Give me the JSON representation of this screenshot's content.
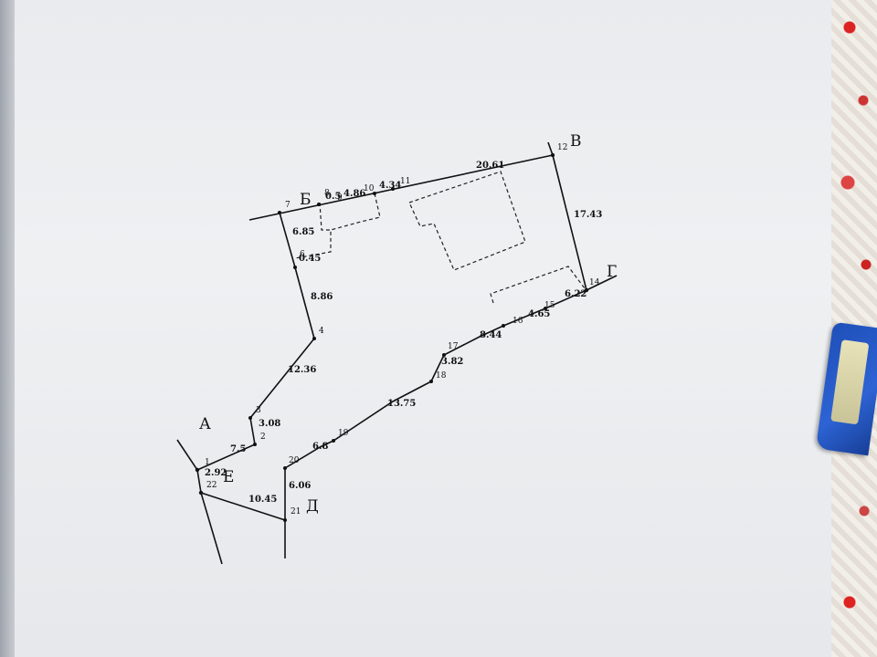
{
  "corners": {
    "A": "А",
    "B": "Б",
    "V": "В",
    "G": "Г",
    "D": "Д",
    "E": "Е"
  },
  "points": [
    "1",
    "2",
    "3",
    "4",
    "6",
    "7",
    "8",
    "9",
    "10",
    "11",
    "12",
    "15",
    "16",
    "17",
    "18",
    "19",
    "20",
    "21",
    "22",
    "14"
  ],
  "dimensions": {
    "d_7_6": "6.85",
    "d_6_5": "0.45",
    "d_5_4": "8.86",
    "d_4_3": "12.36",
    "d_3_2": "3.08",
    "d_2_1": "7.5",
    "d_1_22": "2.92",
    "d_22_21": "10.45",
    "d_21_20": "6.06",
    "d_20_19": "6.8",
    "d_19_18": "13.75",
    "d_18_17": "3.82",
    "d_17_16": "8.44",
    "d_16_15": "4.65",
    "d_15_14": "6.22",
    "d_8_9": "0.5",
    "d_9_10": "4.86",
    "d_10_11": "4.34",
    "d_11_12": "20.61",
    "d_12_13": "17.43"
  },
  "colors": {
    "ink": "#111111",
    "paper": "#eceef1",
    "book": "#2d63d4"
  }
}
